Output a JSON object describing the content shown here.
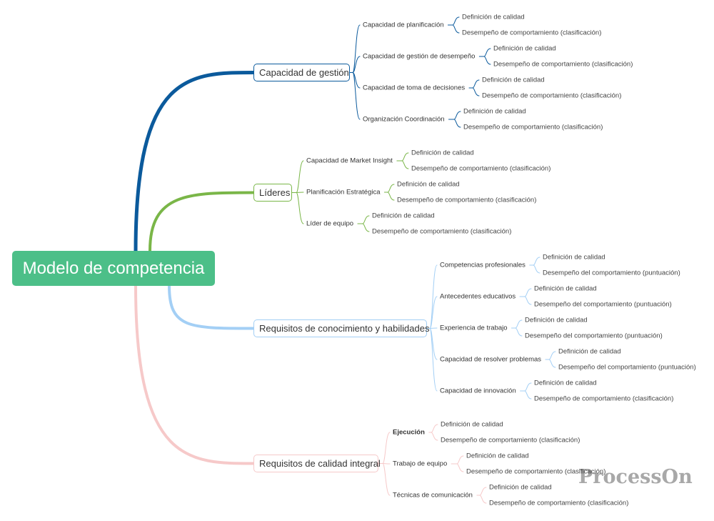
{
  "root": {
    "label": "Modelo de competencia",
    "color": "#4cbf88"
  },
  "branches": [
    {
      "label": "Capacidad de gestión",
      "color": "#0b5a9c",
      "children": [
        {
          "label": "Capacidad de planificación",
          "leaves": [
            "Definición de calidad",
            "Desempeño de comportamiento (clasificación)"
          ]
        },
        {
          "label": "Capacidad de gestión de desempeño",
          "leaves": [
            "Definición de calidad",
            "Desempeño de comportamiento (clasificación)"
          ]
        },
        {
          "label": "Capacidad de toma de decisiones",
          "leaves": [
            "Definición de calidad",
            "Desempeño de comportamiento (clasificación)"
          ]
        },
        {
          "label": "Organización Coordinación",
          "leaves": [
            "Definición de calidad",
            "Desempeño de comportamiento (clasificación)"
          ]
        }
      ]
    },
    {
      "label": "Líderes",
      "color": "#7ab648",
      "children": [
        {
          "label": "Capacidad de Market Insight",
          "leaves": [
            "Definición de calidad",
            "Desempeño de comportamiento (clasificación)"
          ]
        },
        {
          "label": "Planificación Estratégica",
          "leaves": [
            "Definición de calidad",
            "Desempeño de comportamiento (clasificación)"
          ]
        },
        {
          "label": "Líder de equipo",
          "leaves": [
            "Definición de calidad",
            "Desempeño de comportamiento (clasificación)"
          ]
        }
      ]
    },
    {
      "label": "Requisitos de conocimiento y habilidades",
      "color": "#a3cff5",
      "children": [
        {
          "label": "Competencias profesionales",
          "leaves": [
            "Definición de calidad",
            "Desempeño del comportamiento (puntuación)"
          ]
        },
        {
          "label": "Antecedentes educativos",
          "leaves": [
            "Definición de calidad",
            "Desempeño del comportamiento (puntuación)"
          ]
        },
        {
          "label": "Experiencia de trabajo",
          "leaves": [
            "Definición de calidad",
            "Desempeño del comportamiento (puntuación)"
          ]
        },
        {
          "label": "Capacidad de resolver problemas",
          "leaves": [
            "Definición de calidad",
            "Desempeño del comportamiento (puntuación)"
          ]
        },
        {
          "label": "Capacidad de innovación",
          "leaves": [
            "Definición de calidad",
            "Desempeño de comportamiento (clasificación)"
          ]
        }
      ]
    },
    {
      "label": "Requisitos de calidad integral",
      "color": "#f6c9c9",
      "children": [
        {
          "label": "Ejecución",
          "bold": true,
          "leaves": [
            "Definición de calidad",
            "Desempeño de comportamiento (clasificación)"
          ]
        },
        {
          "label": "Trabajo de equipo",
          "leaves": [
            "Definición de calidad",
            "Desempeño de comportamiento (clasificación)"
          ]
        },
        {
          "label": "Técnicas de comunicación",
          "leaves": [
            "Definición de calidad",
            "Desempeño de comportamiento (clasificación)"
          ]
        }
      ]
    }
  ],
  "watermark": "ProcessOn"
}
